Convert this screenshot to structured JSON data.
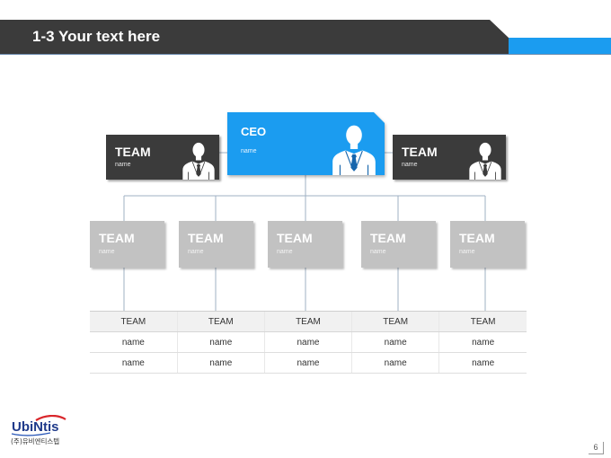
{
  "header": {
    "title": "1-3 Your text here"
  },
  "colors": {
    "accent_blue": "#1b9cf0",
    "dark_box": "#3b3b3b",
    "team_box": "#c2c2c2"
  },
  "org": {
    "ceo": {
      "title": "CEO",
      "name": "name",
      "icon": "person-icon"
    },
    "side_teams": [
      {
        "title": "TEAM",
        "name": "name",
        "icon": "person-icon"
      },
      {
        "title": "TEAM",
        "name": "name",
        "icon": "person-icon"
      }
    ],
    "teams": [
      {
        "title": "TEAM",
        "name": "name"
      },
      {
        "title": "TEAM",
        "name": "name"
      },
      {
        "title": "TEAM",
        "name": "name"
      },
      {
        "title": "TEAM",
        "name": "name"
      },
      {
        "title": "TEAM",
        "name": "name"
      }
    ]
  },
  "table": {
    "headers": [
      "TEAM",
      "TEAM",
      "TEAM",
      "TEAM",
      "TEAM"
    ],
    "rows": [
      [
        "name",
        "name",
        "name",
        "name",
        "name"
      ],
      [
        "name",
        "name",
        "name",
        "name",
        "name"
      ]
    ]
  },
  "logo": {
    "wordmark": "UbiNtis",
    "company": "(주)유비엔티스텝"
  },
  "page_number": "6"
}
